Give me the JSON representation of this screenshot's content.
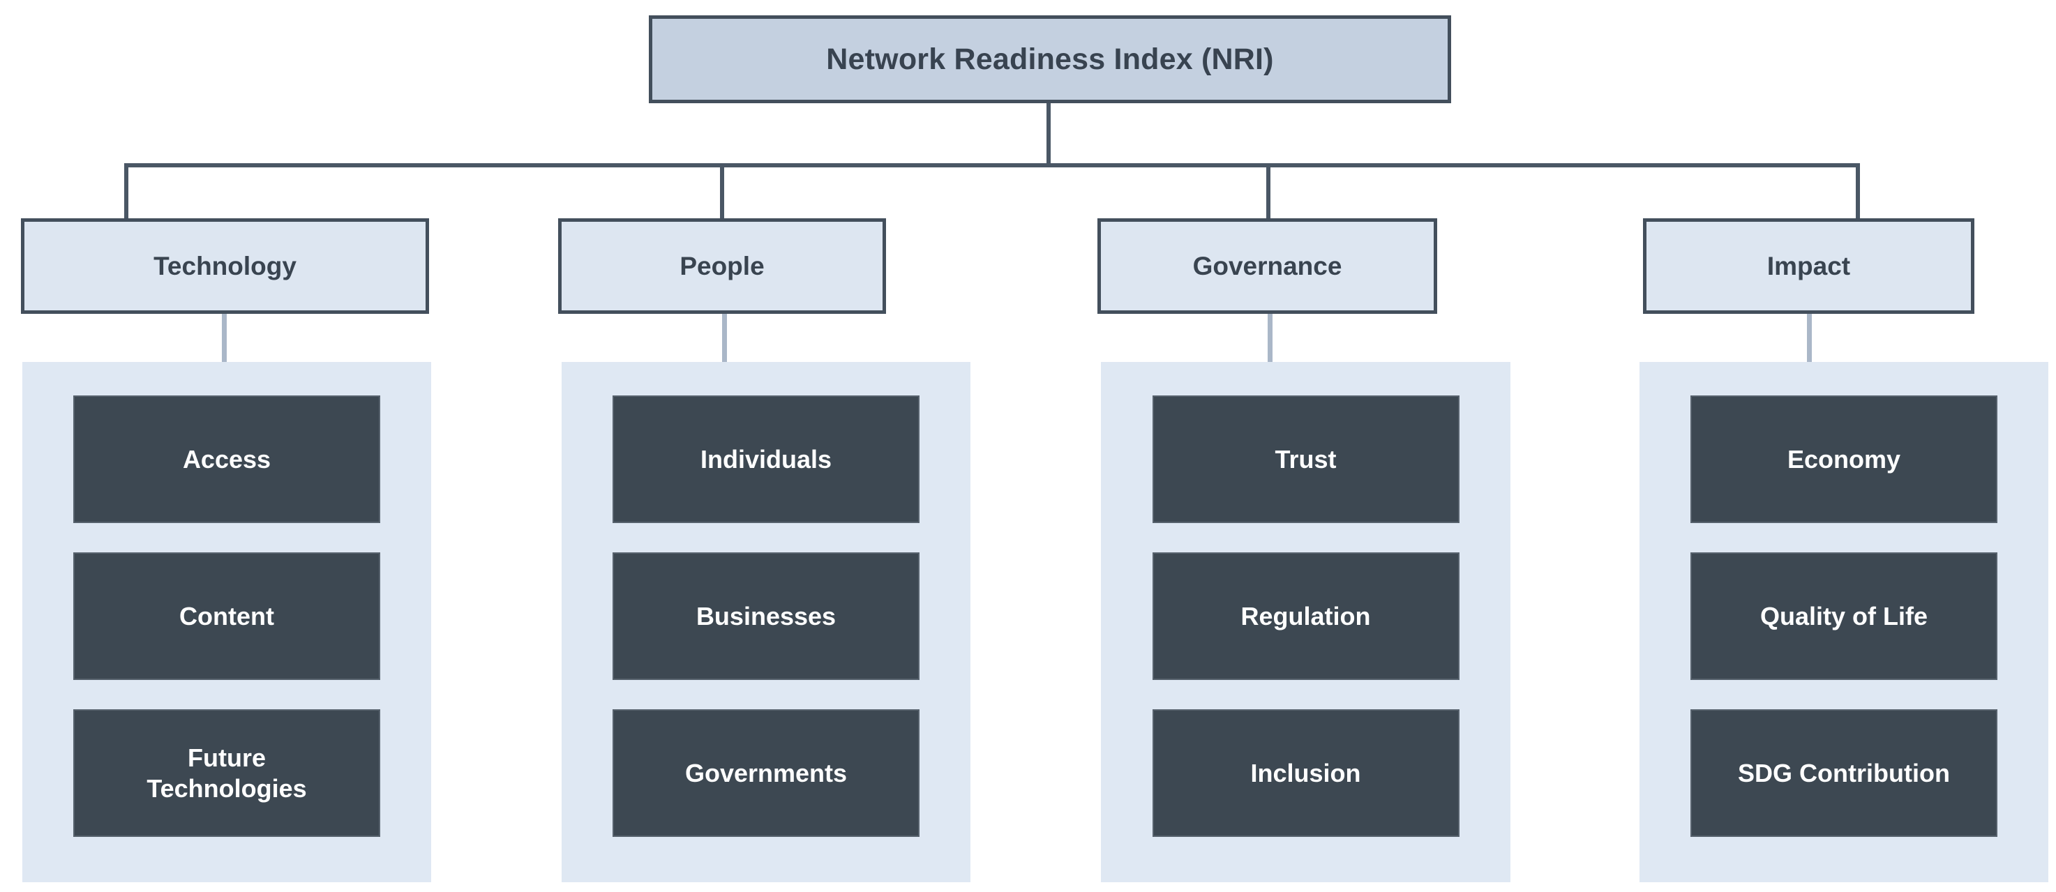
{
  "diagram": {
    "root": {
      "label": "Network Readiness Index (NRI)",
      "fill": "#c4d0e0",
      "border": "#434f5c",
      "text_color": "#384350"
    },
    "connector_color": "#4a5765",
    "stub_color": "#aab7c8",
    "panel_fill": "#dfe8f3",
    "pillar_fill": "#dde6f1",
    "sub_fill": "#3d4852",
    "sub_text_color": "#ffffff",
    "pillars": [
      {
        "label": "Technology",
        "sub_pillars": [
          {
            "label": "Access",
            "line1": "Access",
            "line2": ""
          },
          {
            "label": "Content",
            "line1": "Content",
            "line2": ""
          },
          {
            "label": "Future Technologies",
            "line1": "Future",
            "line2": "Technologies"
          }
        ]
      },
      {
        "label": "People",
        "sub_pillars": [
          {
            "label": "Individuals",
            "line1": "Individuals",
            "line2": ""
          },
          {
            "label": "Businesses",
            "line1": "Businesses",
            "line2": ""
          },
          {
            "label": "Governments",
            "line1": "Governments",
            "line2": ""
          }
        ]
      },
      {
        "label": "Governance",
        "sub_pillars": [
          {
            "label": "Trust",
            "line1": "Trust",
            "line2": ""
          },
          {
            "label": "Regulation",
            "line1": "Regulation",
            "line2": ""
          },
          {
            "label": "Inclusion",
            "line1": "Inclusion",
            "line2": ""
          }
        ]
      },
      {
        "label": "Impact",
        "sub_pillars": [
          {
            "label": "Economy",
            "line1": "Economy",
            "line2": ""
          },
          {
            "label": "Quality of Life",
            "line1": "Quality of Life",
            "line2": ""
          },
          {
            "label": "SDG Contribution",
            "line1": "SDG Contribution",
            "line2": ""
          }
        ]
      }
    ]
  }
}
